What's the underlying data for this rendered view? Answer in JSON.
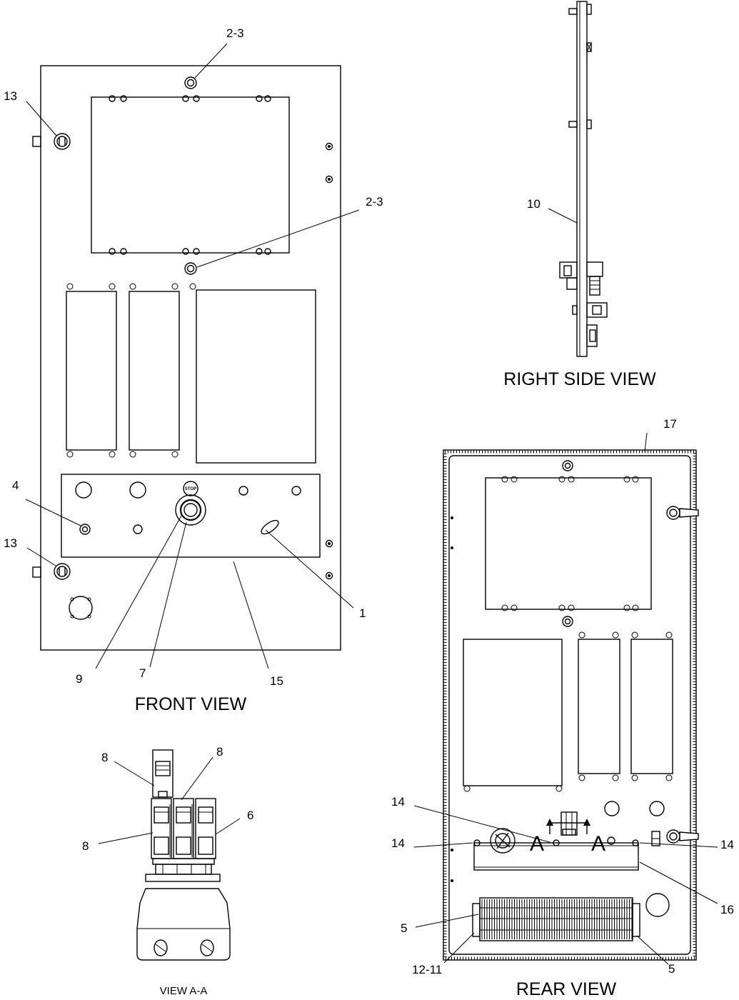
{
  "views": {
    "front": "FRONT VIEW",
    "right_side": "RIGHT SIDE VIEW",
    "rear": "REAR VIEW",
    "section": "VIEW A-A"
  },
  "section_marker": "A",
  "stop_label": "STOP",
  "callouts": {
    "c2_3_top": "2-3",
    "c2_3_mid": "2-3",
    "c13_top": "13",
    "c13_bottom": "13",
    "c4": "4",
    "c1": "1",
    "c9": "9",
    "c7": "7",
    "c15": "15",
    "c10": "10",
    "c17": "17",
    "c14_left_upper": "14",
    "c14_left": "14",
    "c14_right": "14",
    "c16": "16",
    "c5_left": "5",
    "c5_right": "5",
    "c12_11": "12-11",
    "c8_top": "8",
    "c8_mid": "8",
    "c8_low": "8",
    "c6": "6"
  }
}
